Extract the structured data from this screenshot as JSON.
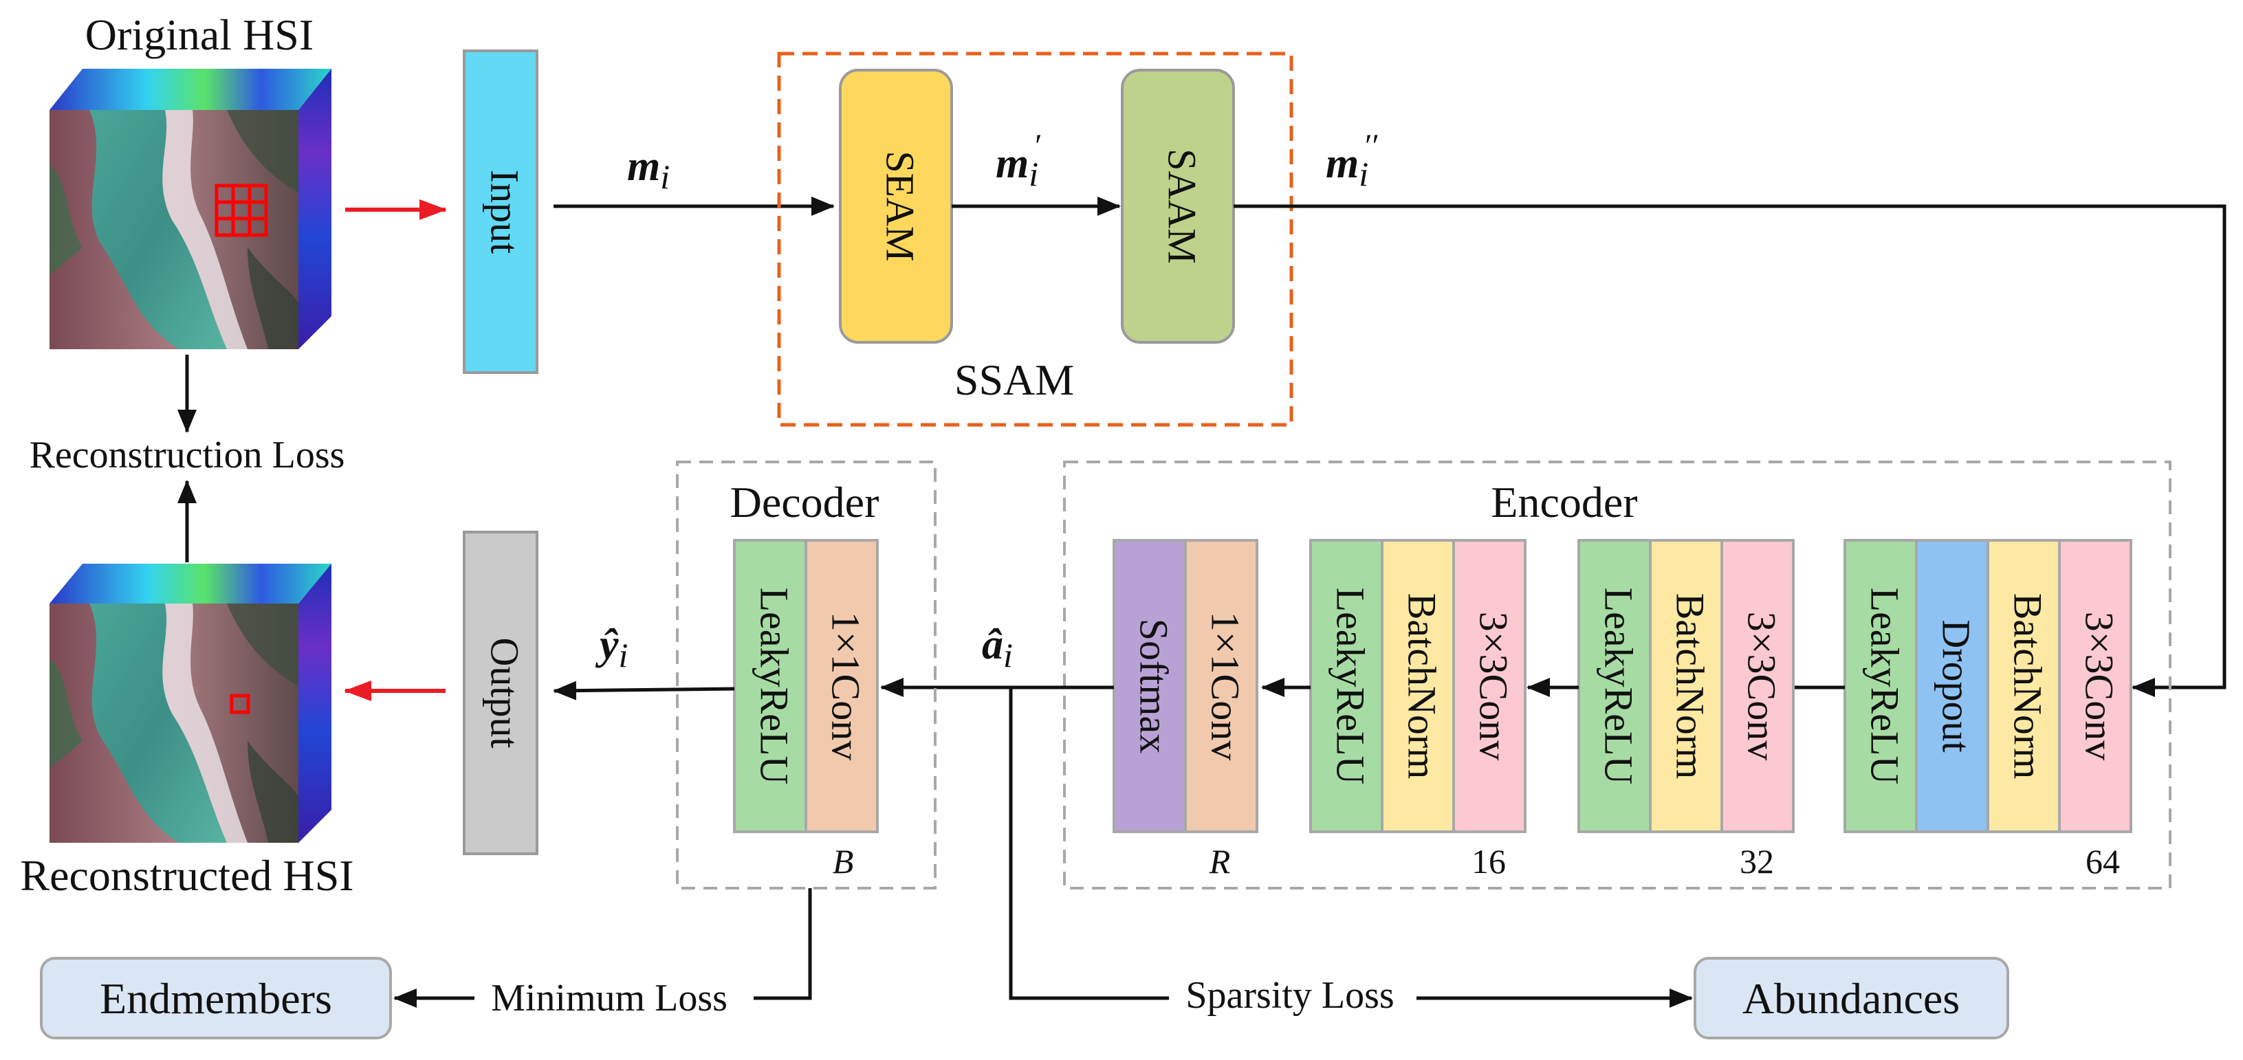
{
  "labels": {
    "original_hsi": "Original HSI",
    "reconstructed_hsi": "Reconstructed HSI",
    "reconstruction_loss": "Reconstruction  Loss",
    "input": "Input",
    "output": "Output",
    "seam": "SEAM",
    "saam": "SAAM",
    "ssam": "SSAM",
    "decoder": "Decoder",
    "encoder": "Encoder",
    "endmembers": "Endmembers",
    "abundances": "Abundances",
    "minimum_loss": "Minimum  Loss",
    "sparsity_loss": "Sparsity Loss"
  },
  "math": {
    "m": "m",
    "i": "i",
    "prime": "′",
    "double_prime": "′′",
    "y_hat": "ŷ",
    "a_hat": "â"
  },
  "encoder_blocks": {
    "b64": {
      "layers": [
        "LeakyReLU",
        "Dropout",
        "BatchNorm",
        "3×3Conv"
      ],
      "size": "64"
    },
    "b32": {
      "layers": [
        "LeakyReLU",
        "BatchNorm",
        "3×3Conv"
      ],
      "size": "32"
    },
    "b16": {
      "layers": [
        "LeakyReLU",
        "BatchNorm",
        "3×3Conv"
      ],
      "size": "16"
    },
    "bR": {
      "layers": [
        "Softmax",
        "1×1Conv"
      ],
      "size": "R"
    }
  },
  "decoder_block": {
    "layers": [
      "LeakyReLU",
      "1×1Conv"
    ],
    "size": "B"
  },
  "colors": {
    "input": "#62d9f5",
    "output": "#cacaca",
    "seam": "#fdd85d",
    "saam": "#bed28b",
    "leakyrelu": "#a6dca4",
    "batchnorm": "#fde9a3",
    "conv3": "#fdc9d0",
    "conv1": "#f1c9ad",
    "dropout": "#8ec2f2",
    "softmax": "#b8a2d5",
    "ssam_border": "#e8601c",
    "red_arrow": "#ec1c24"
  }
}
